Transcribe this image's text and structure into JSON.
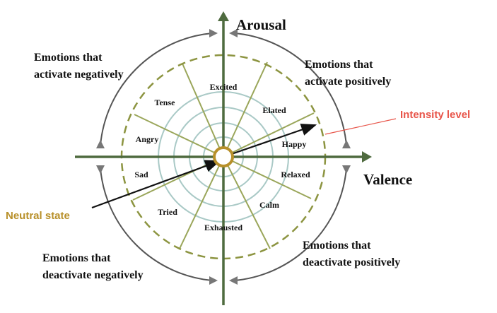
{
  "axes": {
    "vertical_label": "Arousal",
    "horizontal_label": "Valence"
  },
  "emotions": [
    {
      "label": "Excited"
    },
    {
      "label": "Elated"
    },
    {
      "label": "Happy"
    },
    {
      "label": "Relaxed"
    },
    {
      "label": "Calm"
    },
    {
      "label": "Exhausted"
    },
    {
      "label": "Tried"
    },
    {
      "label": "Sad"
    },
    {
      "label": "Angry"
    },
    {
      "label": "Tense"
    }
  ],
  "quadrants": {
    "top_left": [
      "Emotions that",
      "activate negatively"
    ],
    "top_right": [
      "Emotions that",
      "activate positively"
    ],
    "bottom_left": [
      "Emotions that",
      "deactivate negatively"
    ],
    "bottom_right": [
      "Emotions that",
      "deactivate positively"
    ]
  },
  "callouts": {
    "intensity": "Intensity level",
    "neutral": "Neutral state"
  },
  "colors": {
    "axis": "#4f6b3f",
    "spoke": "#9aa65a",
    "dashed_circle": "#8c9440",
    "rings": "#a9c9c6",
    "outer_arc": "#555555",
    "intensity_text": "#e8554a",
    "neutral_text": "#b8902a",
    "center_circle": "#b8902a"
  }
}
